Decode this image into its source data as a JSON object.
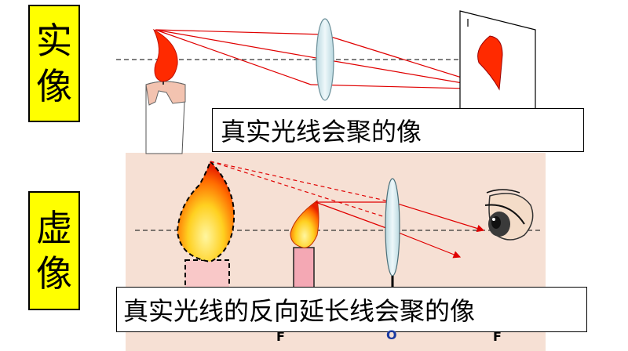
{
  "real": {
    "label_line1": "实",
    "label_line2": "像",
    "caption": "真实光线会聚的像"
  },
  "virtual": {
    "label_line1": "虚",
    "label_line2": "像",
    "caption": "真实光线的反向延长线会聚的像",
    "focal_left": "F",
    "focal_center": "O",
    "focal_right": "F"
  },
  "colors": {
    "label_bg": "#ffff00",
    "ray": "#e00000",
    "lens": "#cfe6ec",
    "virtual_bg": "#f6e0d4",
    "flame_red": "#ff2a00",
    "flame_yellow": "#ffe040"
  }
}
